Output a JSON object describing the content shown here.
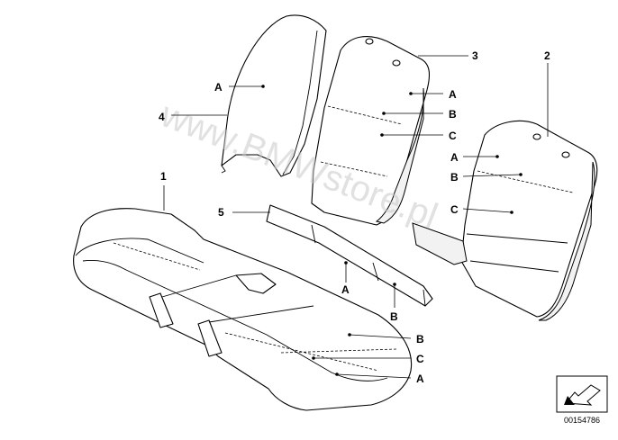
{
  "callouts": {
    "part_1": "1",
    "part_2": "2",
    "part_3": "3",
    "part_4": "4",
    "part_5": "5",
    "a": "A",
    "b": "B",
    "c": "C"
  },
  "watermark": "www.BMWstore.pl",
  "diagram_code": "00154786",
  "icon": "arrow-view-icon"
}
